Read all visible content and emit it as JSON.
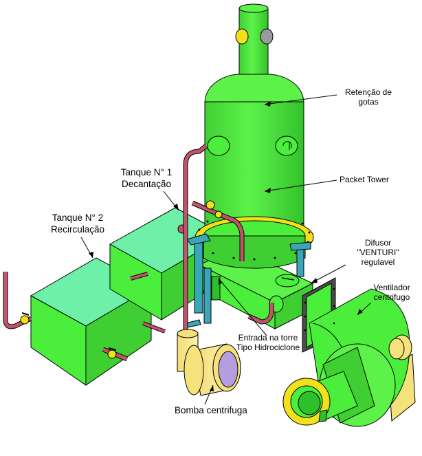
{
  "labels": {
    "retention": [
      "Retenção de",
      "gotas"
    ],
    "packet_tower": "Packet Tower",
    "tank1": [
      "Tanque N° 1",
      "Decantação"
    ],
    "tank2": [
      "Tanque N° 2",
      "Recirculação"
    ],
    "venturi": [
      "Difusor",
      "\"VENTURI\"",
      "regulavel"
    ],
    "fan": [
      "Ventilador",
      "centrifugo"
    ],
    "inlet": [
      "Entrada na torre",
      "Tipo Hidrociclone"
    ],
    "pump": "Bomba centrifuga"
  },
  "colors": {
    "equipment_green": "#4cee3c",
    "equipment_green_dark": "#2fbf2a",
    "water": "#6ef0a8",
    "pipe_red": "#c0546a",
    "pipe_blue": "#3aa7b8",
    "flange_yellow": "#f2e01a",
    "pump_yellow": "#f5e27a"
  }
}
